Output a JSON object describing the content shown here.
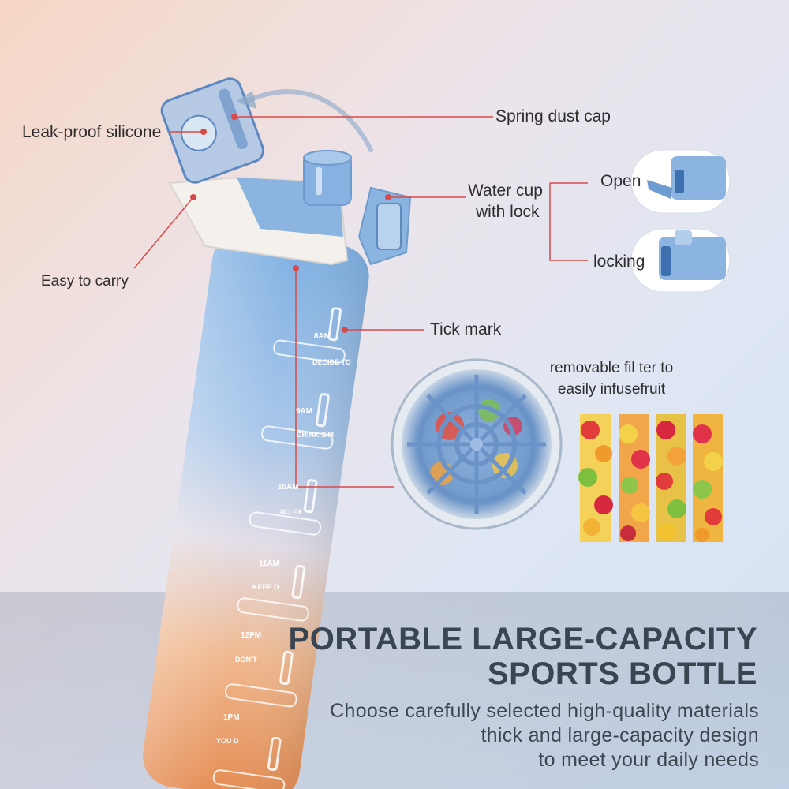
{
  "labels": {
    "leak_proof": "Leak-proof silicone",
    "spring_cap": "Spring dust cap",
    "water_cup": "Water cup",
    "with_lock": "with lock",
    "open": "Open",
    "locking": "locking",
    "easy_carry": "Easy to carry",
    "tick_mark": "Tick mark",
    "filter_line1": "removable fil ter to",
    "filter_line2": "easily infusefruit"
  },
  "bottle_marks": [
    {
      "time": "8AM",
      "slogan": "DECIDE TO"
    },
    {
      "time": "9AM",
      "slogan": "DRINK SIM"
    },
    {
      "time": "10AM",
      "slogan": "NO EX"
    },
    {
      "time": "11AM",
      "slogan": "KEEP D"
    },
    {
      "time": "12PM",
      "slogan": "DON'T"
    },
    {
      "time": "1PM",
      "slogan": "YOU D"
    }
  ],
  "headline": {
    "line1": "PORTABLE LARGE-CAPACITY",
    "line2": "SPORTS BOTTLE"
  },
  "subtext": {
    "line1": "Choose carefully selected high-quality materials",
    "line2": "thick and large-capacity design",
    "line3": "to meet your daily needs"
  },
  "colors": {
    "bottle_top": "#7faee0",
    "bottle_mid": "#d9dcea",
    "bottle_bottom": "#e8955c",
    "callout_line": "#d84a4a",
    "headline": "#3a4552"
  }
}
